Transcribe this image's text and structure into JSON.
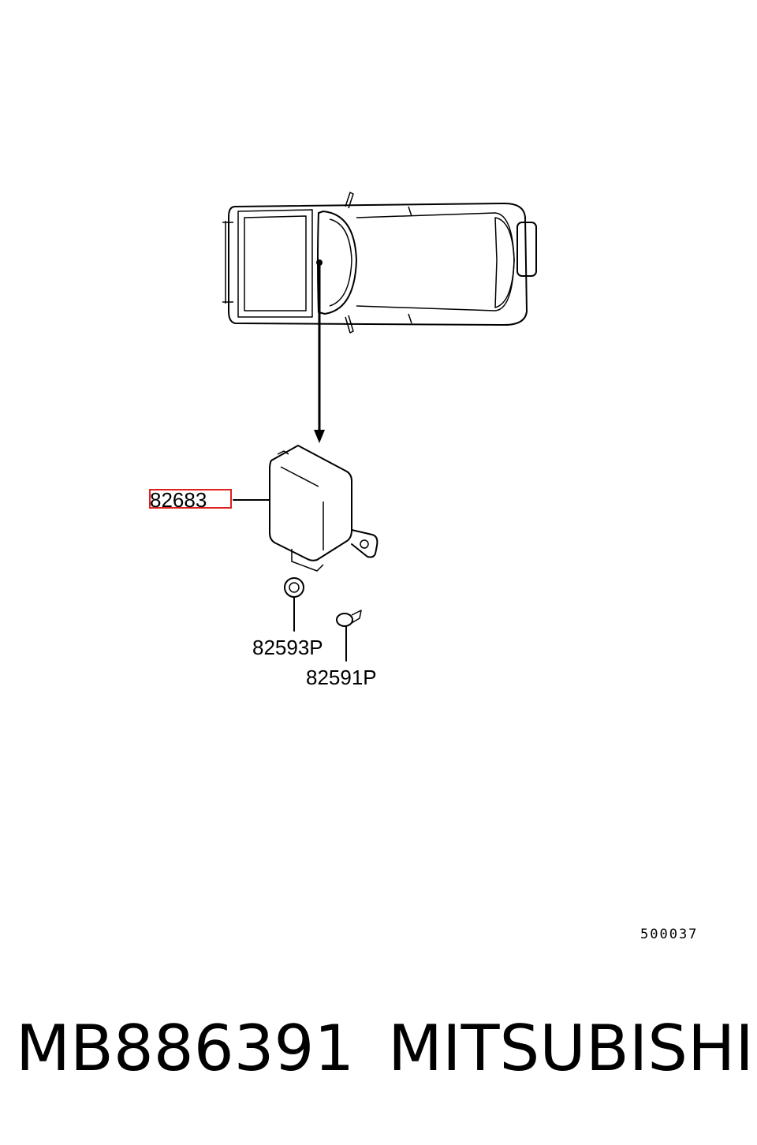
{
  "callouts": {
    "highlighted_part": "82683",
    "nut_part": "82593P",
    "screw_part": "82591P"
  },
  "diagram_code": "500037",
  "footer": {
    "part_number": "MB886391",
    "brand": "MITSUBISHI"
  },
  "colors": {
    "highlight": "#e0201c",
    "line": "#000000"
  }
}
